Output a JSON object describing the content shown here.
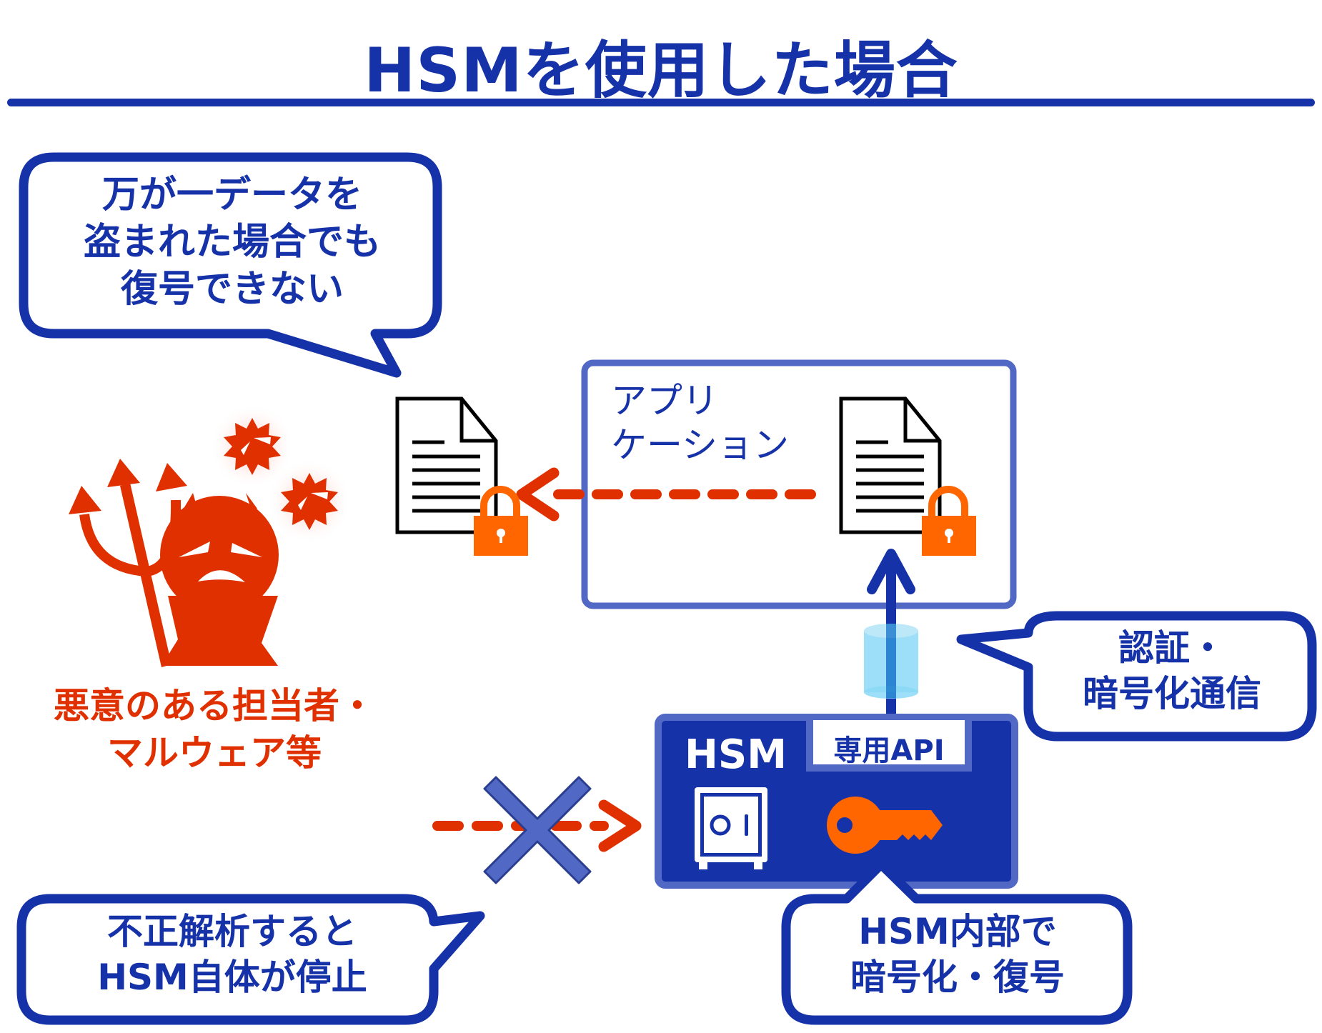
{
  "title": "HSMを使用した場合",
  "colors": {
    "primary": "#1632a8",
    "secondary": "#5168c4",
    "danger": "#e03000",
    "lock": "#ff6600",
    "cylinder": "#7fd6f7"
  },
  "bubbles": {
    "top_left": "万が一データを\n盗まれた場合でも\n復号できない",
    "bottom_left": "不正解析すると\nHSM自体が停止",
    "bottom_right": "HSM内部で\n暗号化・復号",
    "right": "認証・\n暗号化通信"
  },
  "villain": {
    "label": "悪意のある担当者・\nマルウェア等"
  },
  "application": {
    "label": "アプリ\nケーション"
  },
  "hsm": {
    "label": "HSM",
    "api_label": "専用API"
  },
  "icons": {
    "document_left": "document-icon",
    "document_right": "document-icon",
    "lock": "padlock-icon",
    "safe": "safe-icon",
    "key": "key-icon",
    "blocked": "cross-icon",
    "virus": "virus-icon",
    "devil": "devil-icon",
    "channel": "cylinder-icon"
  }
}
